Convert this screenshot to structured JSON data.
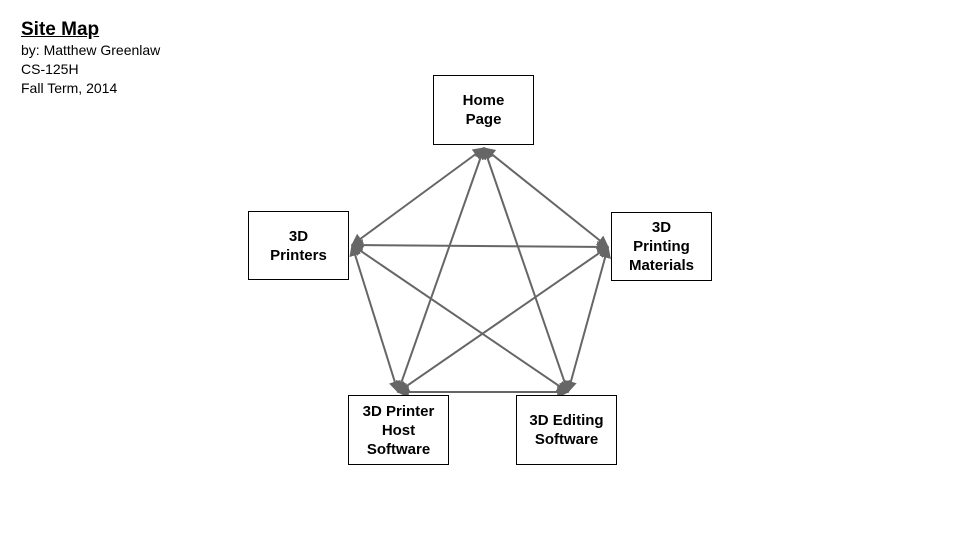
{
  "header": {
    "title": "Site Map",
    "author": "by: Matthew Greenlaw",
    "course": "CS-125H",
    "term": "Fall Term, 2014"
  },
  "nodes": {
    "home": "Home\nPage",
    "printers": "3D\nPrinters",
    "materials": "3D\nPrinting\nMaterials",
    "host": "3D Printer\nHost\nSoftware",
    "editing": "3D Editing\nSoftware"
  },
  "edges": [
    [
      "home",
      "printers"
    ],
    [
      "home",
      "materials"
    ],
    [
      "home",
      "host"
    ],
    [
      "home",
      "editing"
    ],
    [
      "printers",
      "materials"
    ],
    [
      "printers",
      "host"
    ],
    [
      "printers",
      "editing"
    ],
    [
      "materials",
      "host"
    ],
    [
      "materials",
      "editing"
    ],
    [
      "host",
      "editing"
    ]
  ],
  "colors": {
    "edge": "#666666",
    "border": "#000000"
  }
}
